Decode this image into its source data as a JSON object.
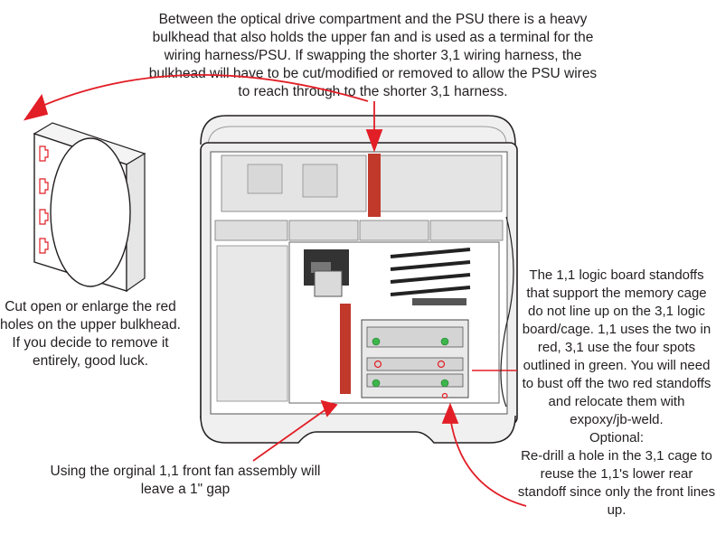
{
  "notes": {
    "top": "Between the optical drive compartment and the PSU there is a heavy bulkhead that also holds the upper fan and is used as a terminal for the wiring harness/PSU. If swapping the shorter 3,1 wiring harness, the bulkhead will have to be  cut/modified or removed to allow the PSU wires to reach through to the shorter 3,1 harness.",
    "left": "Cut open or enlarge the red holes on the upper bulkhead. If you decide to remove it entirely, good luck.",
    "right": "The 1,1 logic board standoffs that support the memory cage do not line up on the 3,1 logic board/cage. 1,1 uses the two in red, 3,1 use the four spots outlined in green. You will need to bust off the two red standoffs and relocate them with expoxy/jb-weld.\nOptional:\nRe-drill a hole in the 3,1 cage to reuse the 1,1's lower rear standoff since only the front lines up.",
    "bottom": "Using the orginal 1,1 front fan assembly will leave a 1\" gap"
  },
  "colors": {
    "arrow": "#e21e26",
    "highlight": "#c0392b",
    "standoff_green": "#3cb54a",
    "case_outline": "#231f20",
    "case_fill": "#ececec"
  }
}
